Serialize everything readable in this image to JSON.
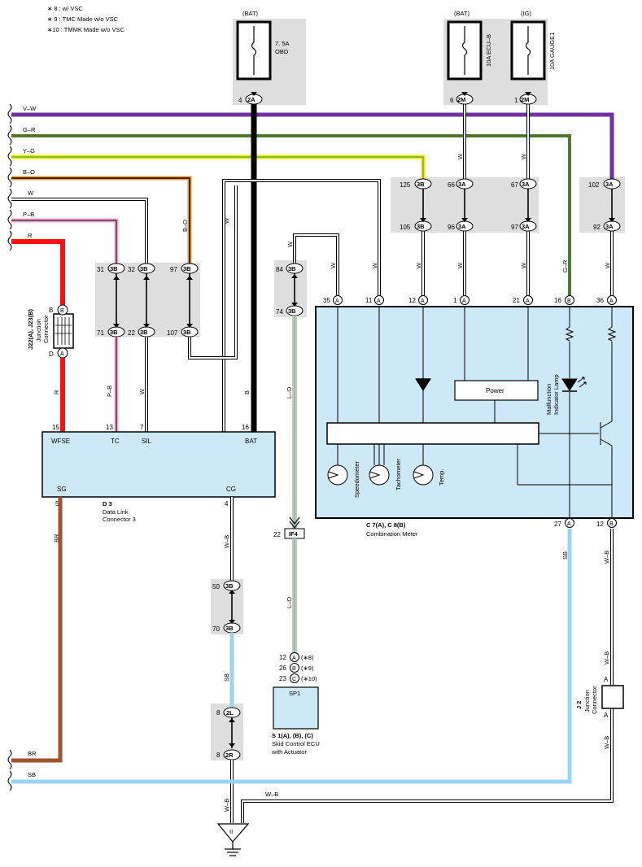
{
  "notes": [
    "∗ 8 : w/ VSC",
    "∗ 9 : TMC Made w/o VSC",
    "∗10 : TMMK Made w/o VSC"
  ],
  "fuses": {
    "obd": {
      "source": "(BAT)",
      "label1": "7. 5A",
      "label2": "OBD",
      "pin": "4",
      "conn": "2A"
    },
    "ecub": {
      "source": "(BAT)",
      "label": "10A ECU–B",
      "pin": "6",
      "conn": "2M"
    },
    "gauge": {
      "source": "(IG)",
      "label": "10A GAUGE1",
      "pin": "1",
      "conn": "2M"
    }
  },
  "wires": {
    "vw": "V–W",
    "gr": "G–R",
    "yg": "Y–G",
    "bo": "B–O",
    "w": "W",
    "pb": "P–B",
    "r": "R",
    "br": "BR",
    "sb": "SB",
    "b": "B",
    "lo": "L–O",
    "wb": "W–B"
  },
  "junction": {
    "title": "J22(A), J23(B)",
    "sub1": "Junction",
    "sub2": "Connector",
    "pinB": "B",
    "pinA": "D"
  },
  "jb3b_left": {
    "top": [
      {
        "pin": "31",
        "conn": "3B"
      },
      {
        "pin": "32",
        "conn": "3B"
      },
      {
        "pin": "97",
        "conn": "3B"
      }
    ],
    "bottom": [
      {
        "pin": "71",
        "conn": "3B"
      },
      {
        "pin": "22",
        "conn": "3B"
      },
      {
        "pin": "107",
        "conn": "3B"
      }
    ]
  },
  "jb_mid": {
    "top": {
      "pin": "84",
      "conn": "3B"
    },
    "bottom": {
      "pin": "74",
      "conn": "3B"
    }
  },
  "jb_right": {
    "top": [
      {
        "pin": "125",
        "conn": "3B"
      },
      {
        "pin": "66",
        "conn": "3A"
      },
      {
        "pin": "67",
        "conn": "3A"
      }
    ],
    "bottom": [
      {
        "pin": "105",
        "conn": "3B"
      },
      {
        "pin": "96",
        "conn": "3A"
      },
      {
        "pin": "97",
        "conn": "3A"
      }
    ]
  },
  "jb_far": {
    "top": {
      "pin": "102",
      "conn": "3A"
    },
    "bottom": {
      "pin": "92",
      "conn": "3A"
    }
  },
  "dlc": {
    "pins": {
      "wfse": "WFSE",
      "tc": "TC",
      "sil": "SIL",
      "bat": "BAT",
      "sg": "SG",
      "cg": "CG"
    },
    "nums": {
      "wfse": "15",
      "tc": "13",
      "sil": "7",
      "bat": "16",
      "sg": "5",
      "cg": "4"
    },
    "id": "D 3",
    "name1": "Data Link",
    "name2": "Connector 3"
  },
  "meter": {
    "pins": [
      {
        "num": "35",
        "letter": "A"
      },
      {
        "num": "11",
        "letter": "A"
      },
      {
        "num": "12",
        "letter": "A"
      },
      {
        "num": "1",
        "letter": "A"
      },
      {
        "num": "21",
        "letter": "A"
      },
      {
        "num": "16",
        "letter": "B"
      },
      {
        "num": "36",
        "letter": "A"
      }
    ],
    "bottom_pins": [
      {
        "num": "27",
        "letter": "A"
      },
      {
        "num": "12",
        "letter": "B"
      }
    ],
    "power": "Power",
    "speedometer": "Speedometer",
    "tachometer": "Tachometer",
    "temp": "Temp.",
    "mil1": "Malfunction",
    "mil2": "Indicator Lamp",
    "id": "C 7(A), C 8(B)",
    "name": "Combination Meter"
  },
  "if4": {
    "pin": "22",
    "conn": "IF4"
  },
  "jb_wb": {
    "top": {
      "pin": "50",
      "conn": "3B"
    },
    "bottom": {
      "pin": "70",
      "conn": "3B"
    }
  },
  "jb_2l": {
    "top": {
      "pin": "8",
      "conn": "2L"
    },
    "bottom": {
      "pin": "8",
      "conn": "2R"
    }
  },
  "ecu": {
    "pins": [
      {
        "num": "12",
        "letter": "A",
        "note": "(∗8)"
      },
      {
        "num": "26",
        "letter": "B",
        "note": "(∗9)"
      },
      {
        "num": "23",
        "letter": "C",
        "note": "(∗10)"
      }
    ],
    "box": "SP1",
    "id": "S 1(A), (B), (C)",
    "name1": "Skid Control ECU",
    "name2": "with Actuator"
  },
  "j2": {
    "id": "J 2",
    "sub1": "Junction",
    "sub2": "Connector",
    "pinA1": "A",
    "pinA2": "A"
  },
  "ground": {
    "label": "II"
  },
  "colors": {
    "violet": "#7030a0",
    "green": "#1a9a3a",
    "red_wire": "#ff1010",
    "yellow": "#f5e600",
    "orange": "#f29a2e",
    "pink": "#f4a6c8",
    "blue": "#99d4f0",
    "brown": "#a0522d",
    "meter_fill": "#cde8f7",
    "jb_fill": "#dedede"
  }
}
